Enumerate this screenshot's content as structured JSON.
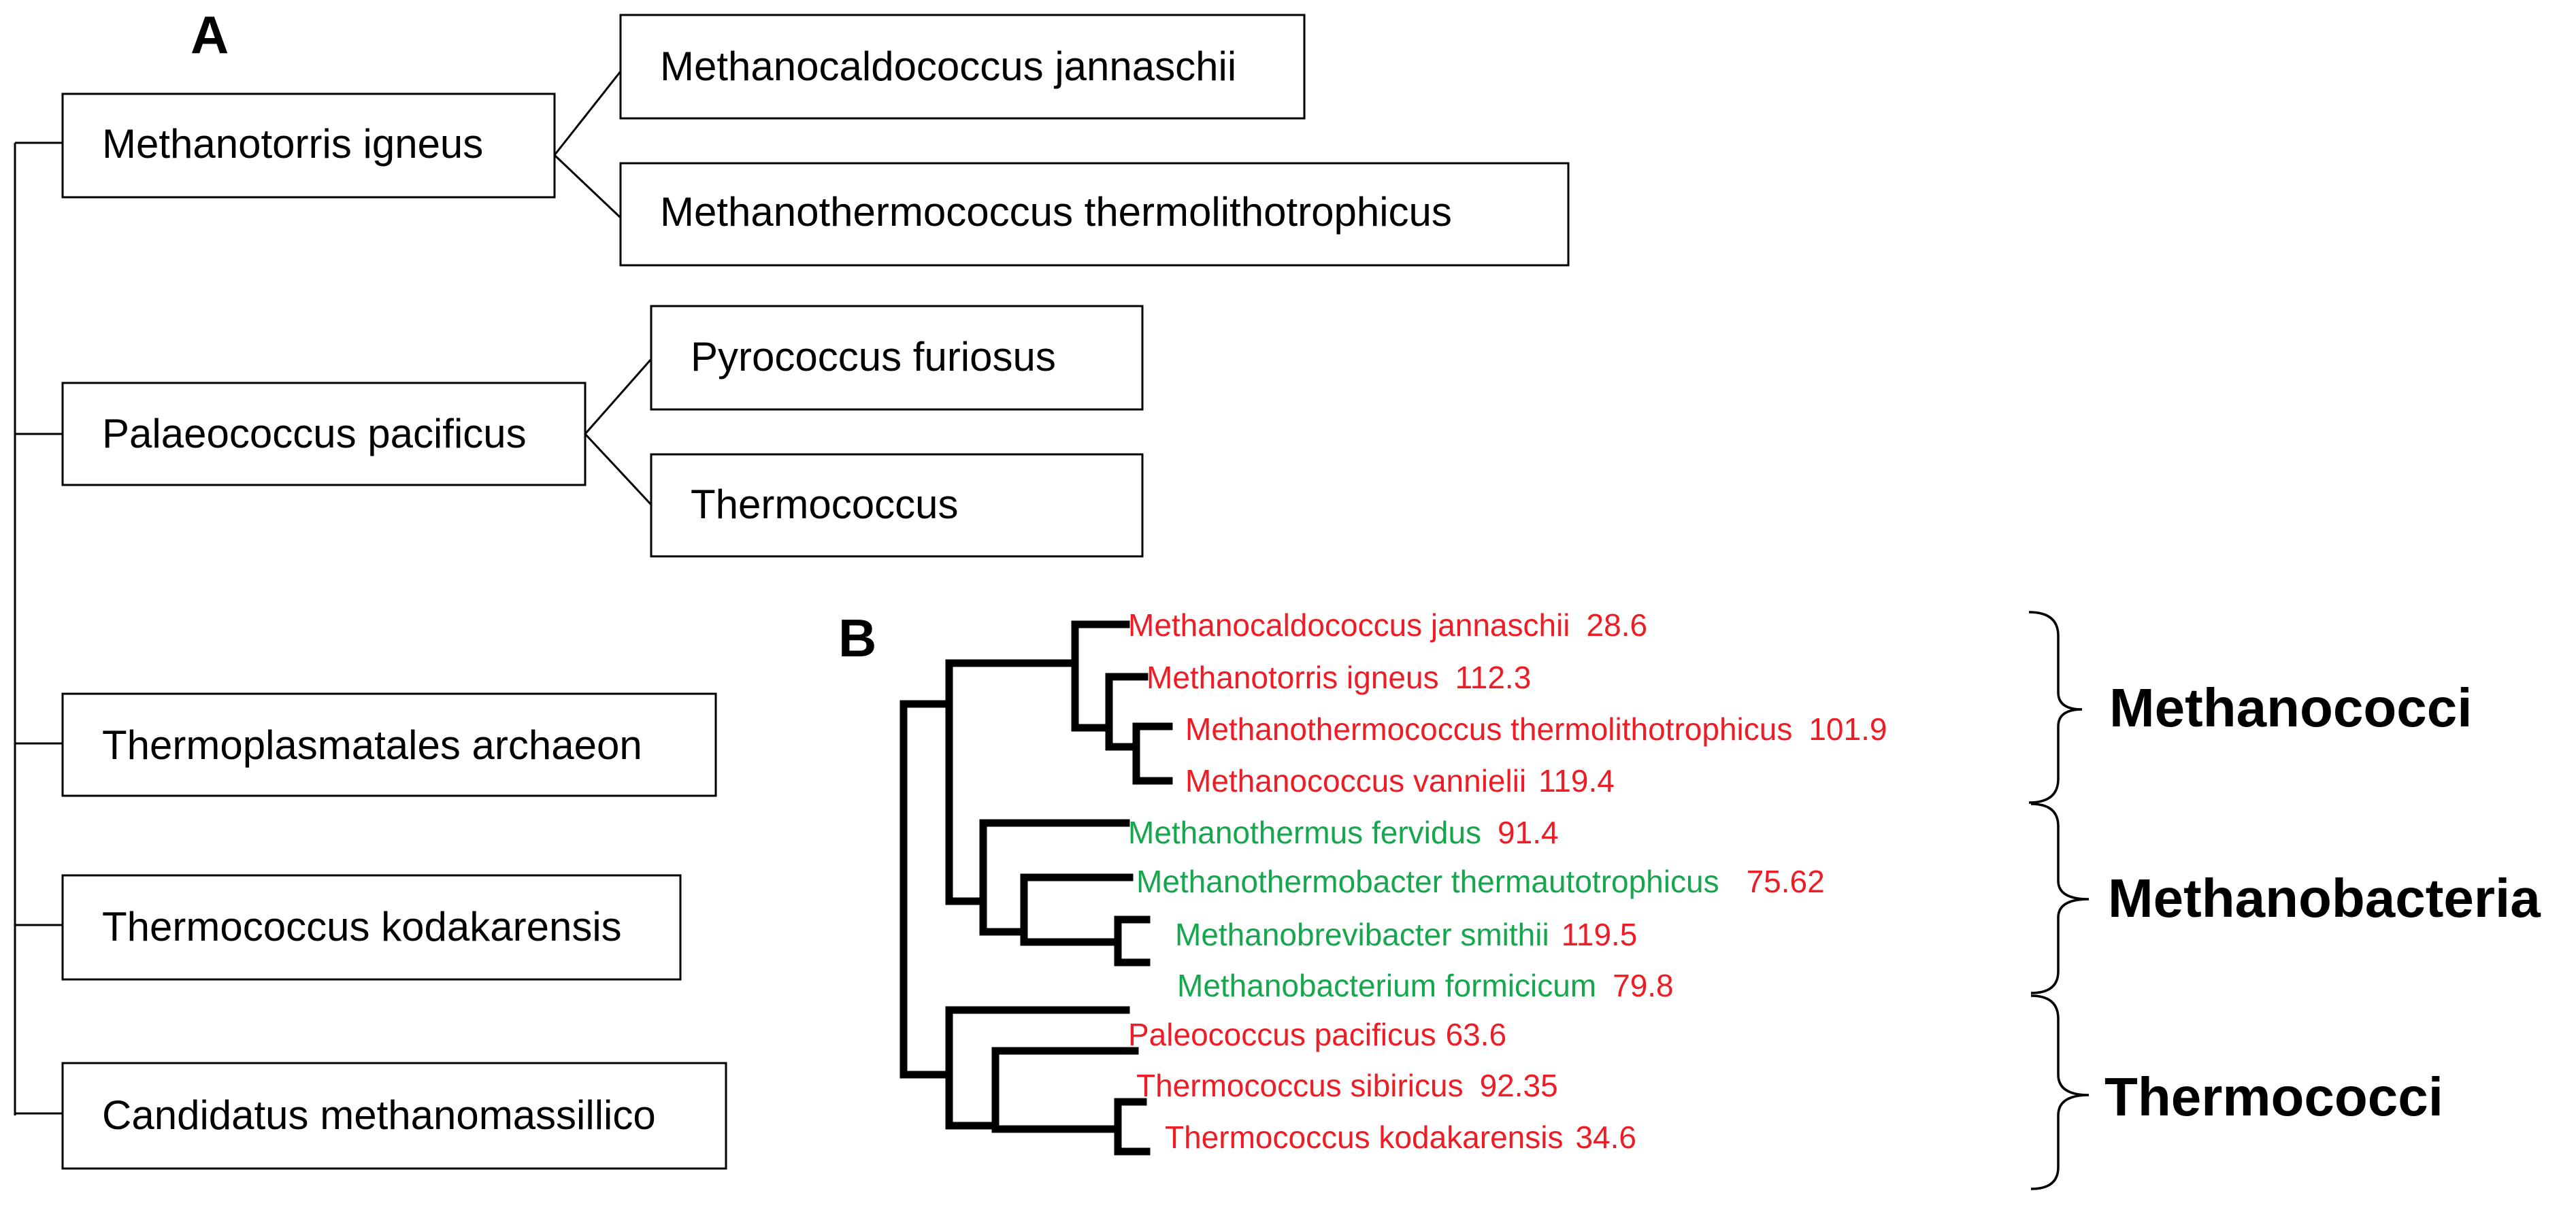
{
  "panel_a": {
    "letter": "A",
    "parents": [
      {
        "label": "Methanotorris igneus",
        "children": [
          "Methanocaldococcus jannaschii",
          "Methanothermococcus thermolithotrophicus"
        ]
      },
      {
        "label": "Palaeococcus pacificus",
        "children": [
          "Pyrococcus furiosus",
          "Thermococcus"
        ]
      },
      {
        "label": "Thermoplasmatales archaeon",
        "children": []
      },
      {
        "label": "Thermococcus kodakarensis",
        "children": []
      },
      {
        "label": "Candidatus methanomassillico",
        "children": []
      }
    ]
  },
  "panel_b": {
    "letter": "B",
    "leaves": [
      {
        "name": "Methanocaldococcus  jannaschii",
        "value": "28.6",
        "color": "#ee1c24"
      },
      {
        "name": "Methanotorris  igneus",
        "value": "112.3",
        "color": "#ee1c24"
      },
      {
        "name": "Methanothermococcus  thermolithotrophicus",
        "value": "101.9",
        "color": "#ee1c24"
      },
      {
        "name": "Methanococcus  vannielii",
        "value": "119.4",
        "color": "#ee1c24"
      },
      {
        "name": "Methanothermus  fervidus",
        "value": "91.4",
        "color": "#16a64d"
      },
      {
        "name": "Methanothermobacter  thermautotrophicus",
        "value": "75.62",
        "color": "#16a64d"
      },
      {
        "name": "Methanobrevibacter  smithii",
        "value": "119.5",
        "color": "#16a64d"
      },
      {
        "name": "Methanobacterium  formicicum",
        "value": "79.8",
        "color": "#16a64d"
      },
      {
        "name": "Paleococcus pacificus",
        "value": "63.6",
        "color": "#ee1c24"
      },
      {
        "name": "Thermococcus  sibiricus",
        "value": "92.35",
        "color": "#ee1c24"
      },
      {
        "name": "Thermococcus  kodakarensis",
        "value": "34.6",
        "color": "#ee1c24"
      }
    ],
    "groups": [
      {
        "label": "Methanococci"
      },
      {
        "label": "Methanobacteria"
      },
      {
        "label": "Thermococci"
      }
    ]
  }
}
